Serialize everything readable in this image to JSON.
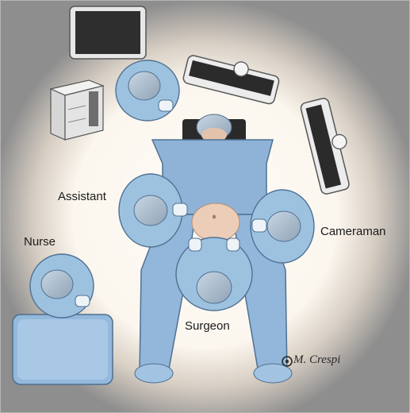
{
  "labels": {
    "assistant": "Assistant",
    "nurse": "Nurse",
    "cameraman": "Cameraman",
    "surgeon": "Surgeon"
  },
  "signature": "M. Crespi",
  "colors": {
    "background_outer": "#8a8a8a",
    "floor_glow": "#fbf7f0",
    "scrubs": "#9ec3e0",
    "scrubs_dark": "#5f87ab",
    "drape": "#8fb4d8",
    "skin": "#e8c6b0",
    "monitor_frame": "#e9e9e9",
    "monitor_screen": "#2b2b2b"
  }
}
